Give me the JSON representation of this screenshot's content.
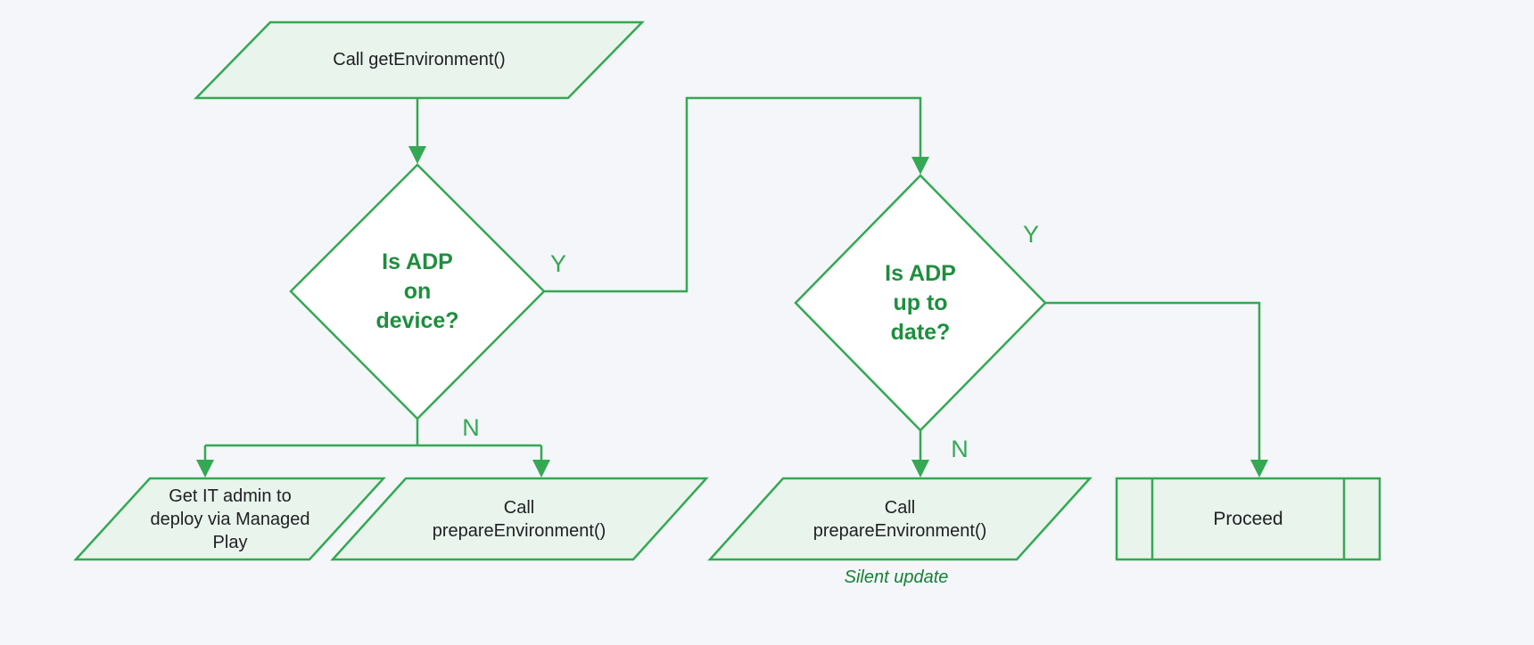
{
  "flowchart": {
    "start": {
      "label": "Call getEnvironment()"
    },
    "decision1": {
      "label": "Is ADP\non\ndevice?"
    },
    "decision2": {
      "label": "Is ADP\nup to\ndate?"
    },
    "branch_labels": {
      "d1_yes": "Y",
      "d1_no": "N",
      "d2_yes": "Y",
      "d2_no": "N"
    },
    "deploy": {
      "label": "Get IT admin to\ndeploy via Managed\nPlay"
    },
    "prepare1": {
      "label": "Call\nprepareEnvironment()"
    },
    "prepare2": {
      "label": "Call\nprepareEnvironment()",
      "caption": "Silent update"
    },
    "proceed": {
      "label": "Proceed"
    }
  },
  "colors": {
    "stroke": "#34A853",
    "shape_fill": "#E9F4EC",
    "decision_fill": "#FFFFFF",
    "decision_text": "#1E8E3E",
    "label_text": "#202124",
    "background": "#F4F6F9"
  }
}
